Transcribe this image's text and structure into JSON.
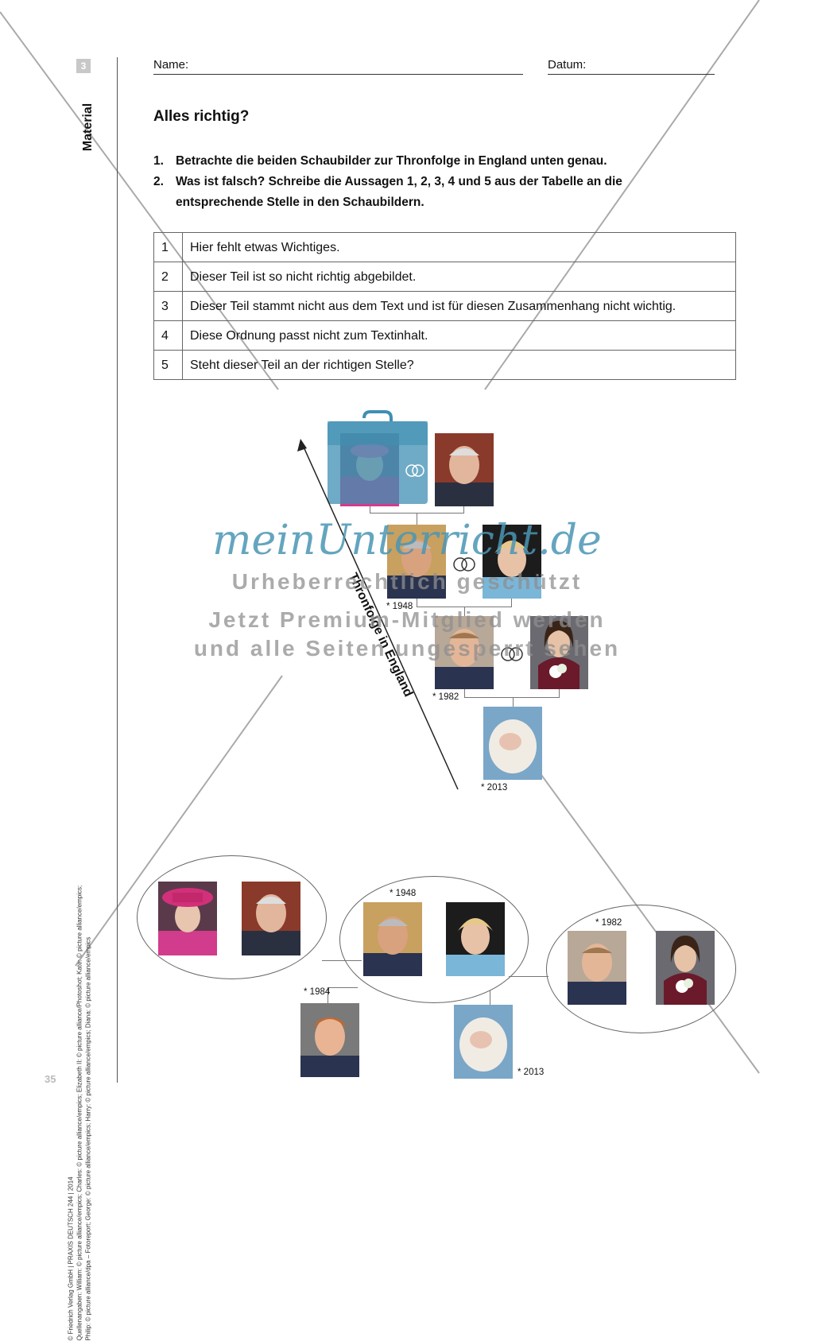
{
  "sidebar": {
    "page_box": "3",
    "section": "Material",
    "credits_line1": "© Friedrich Verlag GmbH | PRAXIS DEUTSCH 244 | 2014",
    "credits_line2": "Quellenangaben: William: © picture alliance/empics; Charles: © picture alliance/empics; Elizabeth II: © picture alliance/Photoshot; Kate: © picture alliance/empics;",
    "credits_line3": "Philip: © picture alliance/dpa – Fotoreport; George: © picture alliance/empics; Harry: © picture alliance/empics; Diana: © picture alliance/empics",
    "page_number": "35"
  },
  "header": {
    "name_label": "Name:",
    "date_label": "Datum:"
  },
  "title": "Alles richtig?",
  "tasks": [
    {
      "num": "1.",
      "text": "Betrachte die beiden Schaubilder zur Thronfolge in England unten genau."
    },
    {
      "num": "2.",
      "text": "Was ist falsch? Schreibe die Aussagen 1, 2, 3, 4 und 5 aus der Tabelle an die entsprechende Stelle in den Schaubildern."
    }
  ],
  "table": [
    {
      "num": "1",
      "text": "Hier fehlt etwas Wichtiges."
    },
    {
      "num": "2",
      "text": "Dieser Teil ist so nicht richtig abgebildet."
    },
    {
      "num": "3",
      "text": "Dieser Teil stammt nicht aus dem Text und ist für diesen Zusammenhang nicht wichtig."
    },
    {
      "num": "4",
      "text": "Diese Ordnung passt nicht zum Textinhalt."
    },
    {
      "num": "5",
      "text": "Steht dieser Teil an der richtigen Stelle?"
    }
  ],
  "diagram1": {
    "arrow_label": "Thronfolge in England",
    "year_charles": "* 1948",
    "year_william": "* 1982",
    "year_george": "* 2013"
  },
  "diagram2": {
    "year_charles": "* 1948",
    "year_william": "* 1982",
    "year_harry": "* 1984",
    "year_george": "* 2013"
  },
  "watermark": {
    "logo": "meinUnterricht.de",
    "line1": "Urheberrechtlich geschützt",
    "line2": "Jetzt Premium-Mitglied werden",
    "line3": "und alle Seiten ungesperrt sehen"
  },
  "colors": {
    "watermark_blue": "#4a96b4",
    "watermark_grey": "#8f8f8f",
    "bag_blue": "#3f8fb3"
  }
}
